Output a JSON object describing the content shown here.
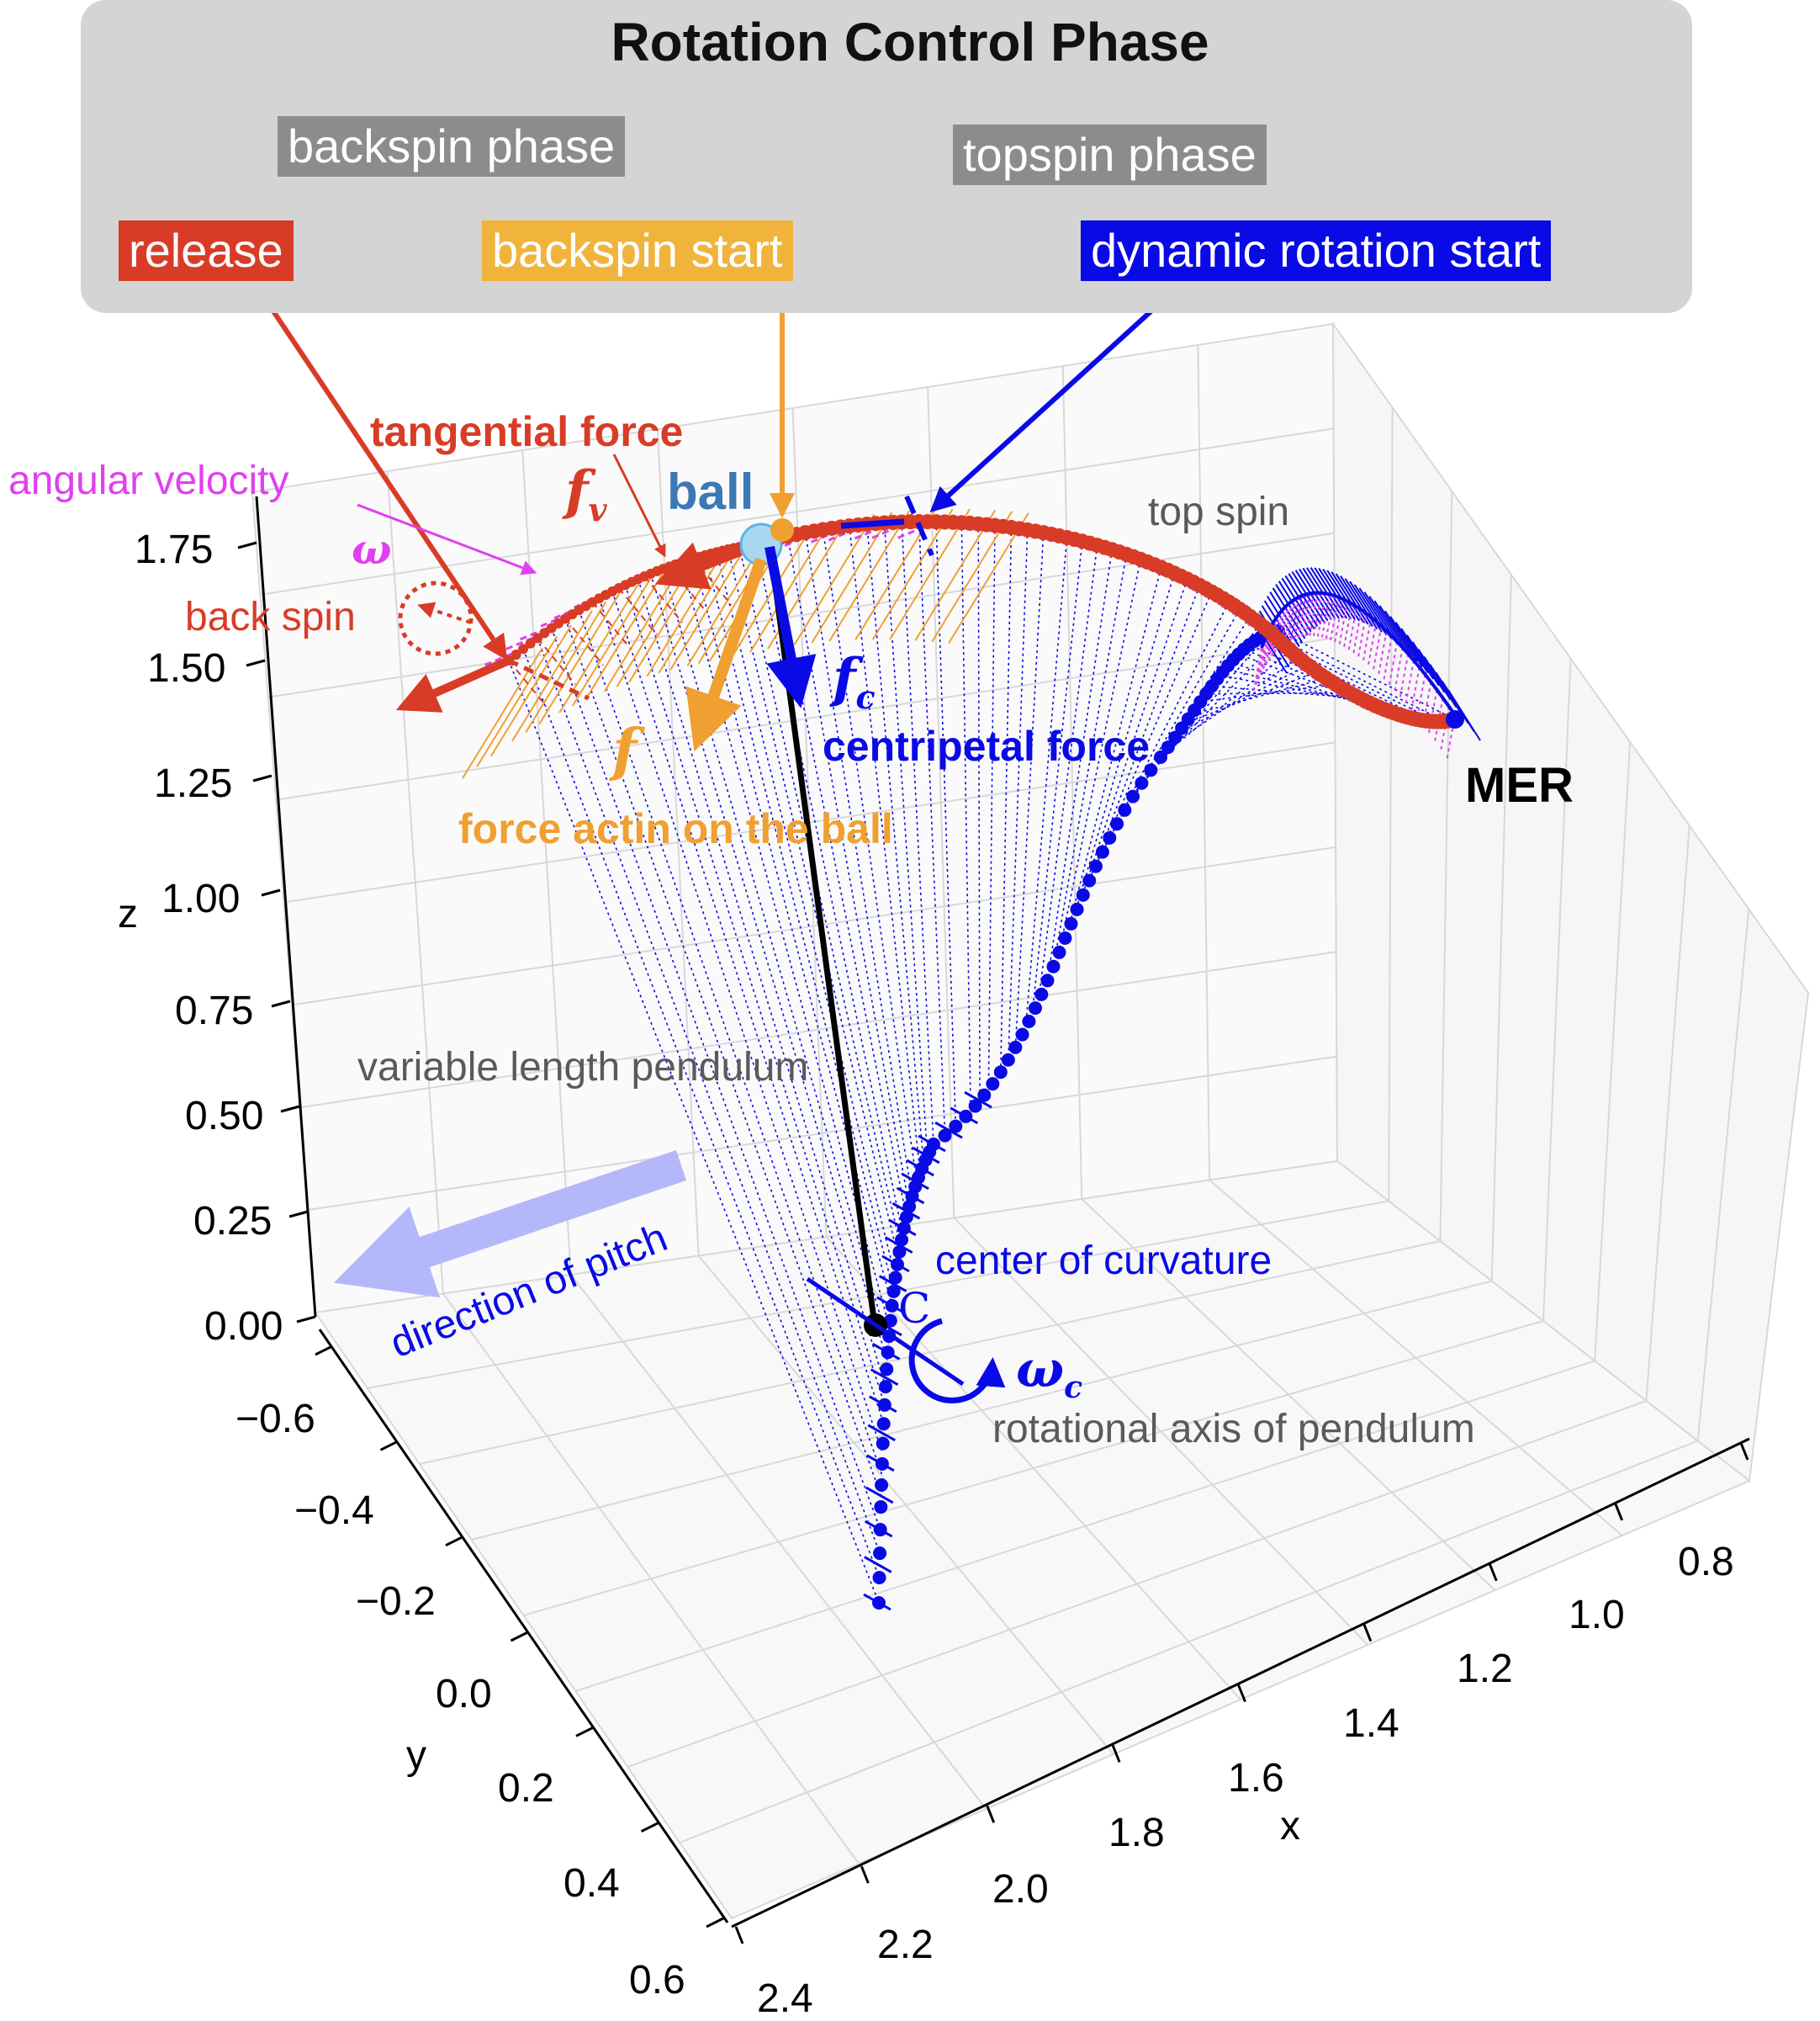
{
  "panel": {
    "title": "Rotation Control Phase",
    "backspin_phase": "backspin phase",
    "topspin_phase": "topspin phase",
    "release": "release",
    "backspin_start": "backspin start",
    "dynamic_rotation_start": "dynamic rotation start"
  },
  "labels": {
    "tangential_force": "tangential force",
    "fv_symbol": "f",
    "fv_sub": "v",
    "angular_velocity": "angular velocity",
    "omega": "ω",
    "back_spin": "back spin",
    "ball": "ball",
    "top_spin": "top spin",
    "fc_symbol": "f",
    "fc_sub": "c",
    "centripetal_force": "centripetal force",
    "f_symbol": "f",
    "force_on_ball": "force actin on the ball",
    "mer": "MER",
    "variable_length_pendulum": "variable length pendulum",
    "center_of_curvature": "center of curvature",
    "c_label": "C",
    "omega_c": "ω",
    "omega_c_sub": "c",
    "rotational_axis": "rotational axis of pendulum",
    "direction_of_pitch": "direction of pitch"
  },
  "axes": {
    "z_label": "z",
    "y_label": "y",
    "x_label": "x",
    "z_ticks": [
      "1.75",
      "1.50",
      "1.25",
      "1.00",
      "0.75",
      "0.50",
      "0.25",
      "0.00"
    ],
    "y_ticks": [
      "−0.6",
      "−0.4",
      "−0.2",
      "0.0",
      "0.2",
      "0.4",
      "0.6"
    ],
    "x_ticks": [
      "0.8",
      "1.0",
      "1.2",
      "1.4",
      "1.6",
      "1.8",
      "2.0",
      "2.2",
      "2.4"
    ]
  },
  "colors": {
    "release": "#d83c26",
    "backspin": "#f0a030",
    "dynamic": "#0a0ae6",
    "angular": "#e040f0",
    "pitch_arrow": "#b4b8fa",
    "panel_bg": "#d4d4d4"
  }
}
